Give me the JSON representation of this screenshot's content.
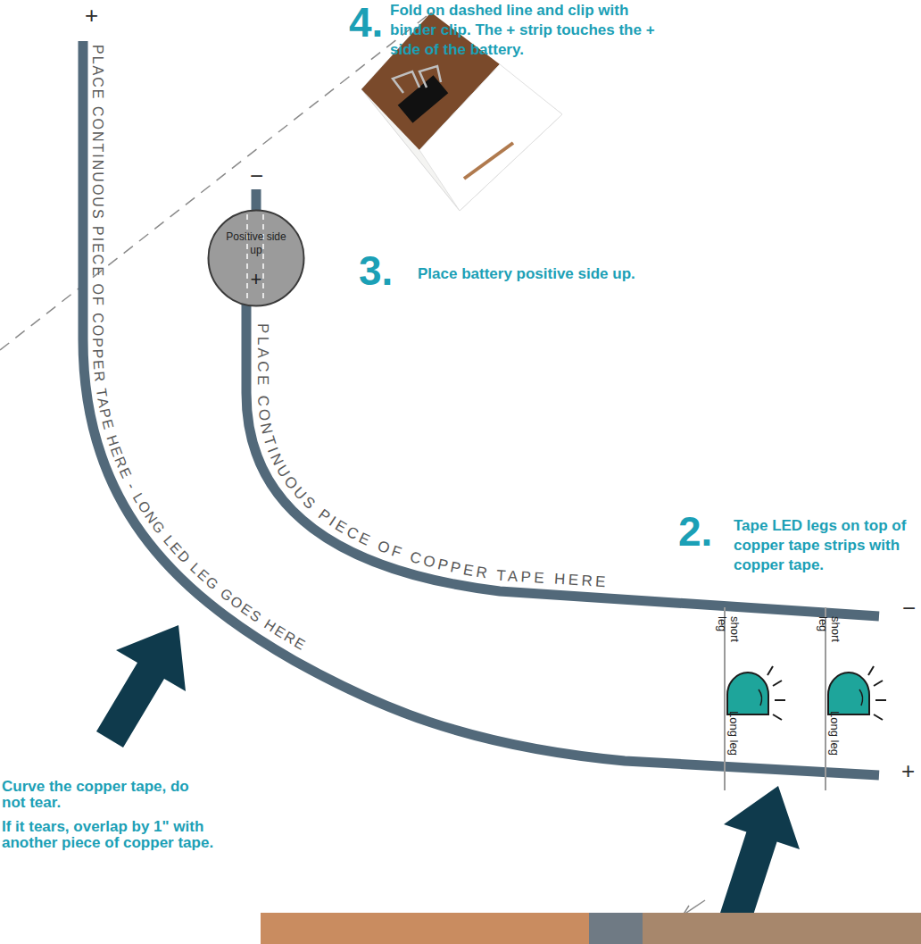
{
  "diagram": {
    "nodes": [
      {
        "text": [
          "Positive side up",
          "+"
        ]
      }
    ],
    "labels": [
      "+",
      "PLACE CONTINUOUS PIECE OF COPPER TAPE HERE - LONG LED LEG GOES HERE",
      "4.",
      "Fold on dashed line and clip with binder clip. The + strip touches the + side of the battery.",
      "−",
      "3.",
      "Place battery positive side up.",
      "PLACE CONTINUOUS PIECE OF COPPER TAPE HERE",
      "2.",
      "Tape LED legs on top of copper tape strips with copper tape.",
      "short leg",
      "short leg",
      "−",
      "Long leg",
      "Long leg",
      "+",
      "Curve the copper tape, do not tear.",
      "If it tears, overlap by 1\" with another piece of copper tape."
    ]
  }
}
